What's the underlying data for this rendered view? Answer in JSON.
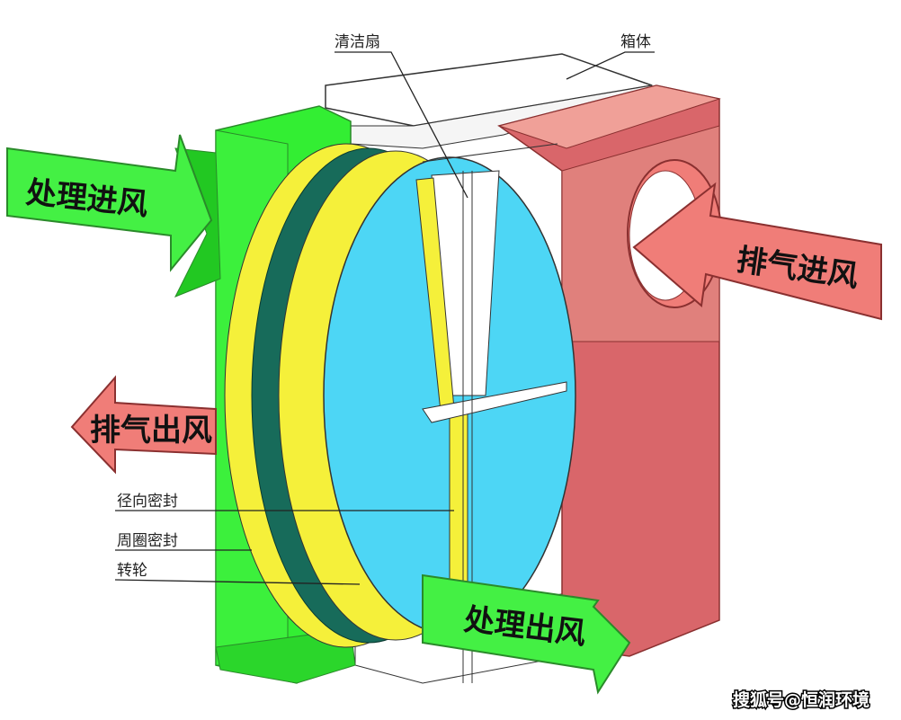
{
  "labels": {
    "cleaning_sector": "清洁扇",
    "casing": "箱体",
    "radial_seal": "径向密封",
    "perimeter_seal": "周圈密封",
    "wheel": "转轮"
  },
  "arrows": {
    "process_in": "处理进风",
    "exhaust_in": "排气进风",
    "exhaust_out": "排气出风",
    "process_out": "处理出风"
  },
  "watermark": "搜狐号@恒润环境",
  "colors": {
    "process_side": "#33ee33",
    "exhaust_side": "#d9666a",
    "wheel": "#4dd6f5",
    "seal": "#f5f03a",
    "perimeter_band": "#176b5a"
  }
}
